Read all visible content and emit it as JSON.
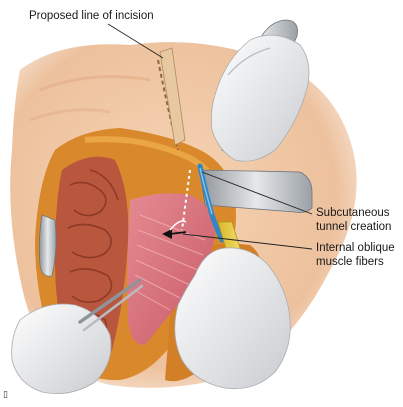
{
  "labels": {
    "incision": "Proposed line of incision",
    "tunnel_line1": "Subcutaneous",
    "tunnel_line2": "tunnel creation",
    "oblique_line1": "Internal oblique",
    "oblique_line2": "muscle fibers"
  },
  "corner_mark": "▯",
  "colors": {
    "skin": "#f1c9a6",
    "fat": "#d98a2b",
    "muscle": "#d8707a",
    "bowel": "#b9563e",
    "glove": "#e9eaeb",
    "retractor": "#b8bcc0",
    "catheter": "#2f86c8",
    "tube": "#f0d64a"
  },
  "icons": [
    "surgical-retractor-icon",
    "forceps-icon",
    "tunneling-instrument-icon",
    "direction-arrow-icon"
  ]
}
